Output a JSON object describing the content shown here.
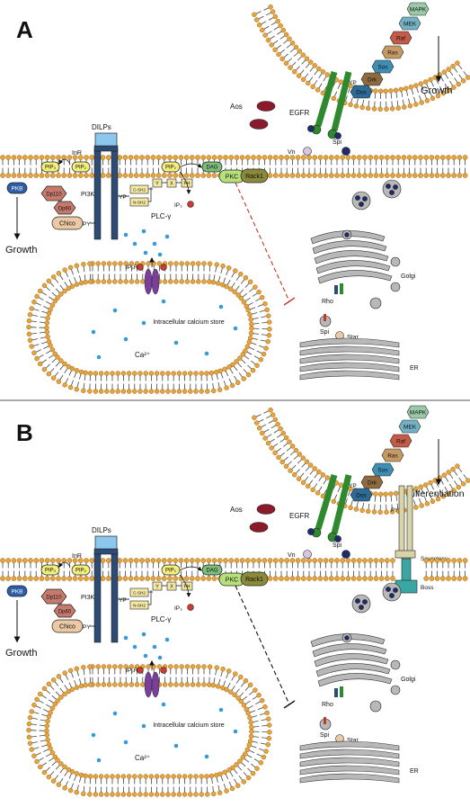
{
  "panels": [
    {
      "letter": "A",
      "growth_right": "Growth",
      "growth_left": "Growth",
      "aos": "Aos",
      "egfr": "EGFR",
      "vn": "Vn",
      "spi": "Spi",
      "dilps": "DILPs",
      "inr": "InR",
      "pkb": "PKB",
      "pip3": "PIP₃",
      "pip2": "PIP₂",
      "dp110": "Dp110",
      "dp60": "Dp60",
      "pi3k": "PI3K",
      "chico": "Chico",
      "py": "PY",
      "yp": "YP",
      "c_sh2": "C-SH2",
      "n_sh2": "N-SH2",
      "y_box": "Y",
      "x_box": "X",
      "ph_box": "PH",
      "plcg": "PLC-γ",
      "pip2_b": "PIP₂",
      "dag": "DAG",
      "pkc": "PKC",
      "rack1": "Rack1",
      "ip3": "IP₃",
      "ip3r": "IP₃R",
      "store": "Intracellular\ncalcium store",
      "ca": "Ca²⁺",
      "golgi": "Golgi",
      "rho": "Rho",
      "spi_b": "Spi",
      "star": "Star",
      "er": "ER",
      "cascade": [
        "MAPK",
        "MEK",
        "Raf",
        "Ras",
        "Sos",
        "Drk",
        "Dos"
      ],
      "yp_egfr": "YP",
      "inhibition_line": "dashed-red"
    },
    {
      "letter": "B",
      "growth_left": "Growth",
      "differentiation": "Differentiation",
      "aos": "Aos",
      "egfr": "EGFR",
      "vn": "Vn",
      "spi": "Spi",
      "dilps": "DILPs",
      "inr": "InR",
      "pkb": "PKB",
      "pip3": "PIP₃",
      "pip2": "PIP₂",
      "dp110": "Dp110",
      "dp60": "Dp60",
      "pi3k": "PI3K",
      "chico": "Chico",
      "py": "PY",
      "yp": "YP",
      "c_sh2": "C-SH2",
      "n_sh2": "N-SH2",
      "y_box": "Y",
      "x_box": "X",
      "ph_box": "PH",
      "plcg": "PLC-γ",
      "pip2_b": "PIP₂",
      "dag": "DAG",
      "pkc": "PKC",
      "rack1": "Rack1",
      "ip3": "IP₃",
      "ip3r": "IP₃R",
      "store": "Intracellular\ncalcium store",
      "ca": "Ca²⁺",
      "golgi": "Golgi",
      "rho": "Rho",
      "spi_b": "Spi",
      "star": "Star",
      "er": "ER",
      "cascade": [
        "MAPK",
        "MEK",
        "Raf",
        "Ras",
        "Sos",
        "Drk",
        "Dos"
      ],
      "yp_egfr": "YP",
      "py_sev": "PY",
      "sevenless": "Sevenless",
      "boss": "Boss",
      "inhibition_line": "dashed-black"
    }
  ],
  "colors": {
    "lipid_head": "#E8A33A",
    "membrane_tail": "#444444",
    "receptor_blue": "#2D4B73",
    "receptor_light": "#8CC8EE",
    "egfr_green": "#2F8A2F",
    "ligand_navy": "#1F2A6E",
    "aos_red": "#8B1A2B",
    "vn_lilac": "#D6C6E2",
    "pkb": "#2D5DA6",
    "pip_yellow": "#F3EF7A",
    "dp_brown": "#C77A6C",
    "chico_tan": "#EBC9A5",
    "plc_box": "#F2E8A2",
    "dag_green": "#7DBF7A",
    "pkc_green": "#B6E07A",
    "rack_olive": "#8A8A3A",
    "ip3_red": "#D23B2B",
    "ip3r_purple": "#7A3F9A",
    "calcium_blue": "#3A9AD6",
    "organelle_gray": "#B8B8B8",
    "inhibit_red": "#C0392B",
    "sev_beige": "#D8D4A8",
    "boss_teal": "#3AA7A4",
    "cascade": [
      "#9AC9A7",
      "#73B2C4",
      "#C45A48",
      "#C69A65",
      "#3E8EB4",
      "#8E6B3F",
      "#2E6A96"
    ]
  }
}
